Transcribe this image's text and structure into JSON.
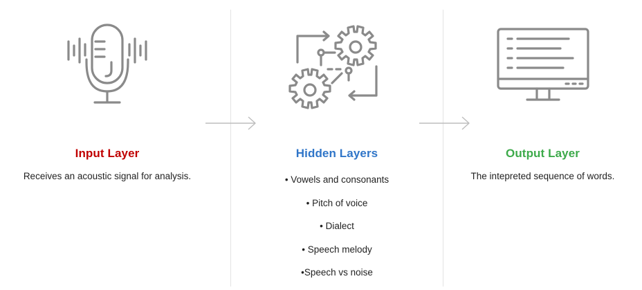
{
  "layers": [
    {
      "title": "Input Layer",
      "title_color": "#c00000",
      "icon": "microphone-icon",
      "description": "Receives an acoustic signal for analysis."
    },
    {
      "title": "Hidden Layers",
      "title_color": "#2f75c8",
      "icon": "gears-process-icon",
      "items": [
        "• Vowels and consonants",
        "• Pitch of voice",
        "• Dialect",
        "• Speech melody",
        "•Speech vs noise"
      ]
    },
    {
      "title": "Output Layer",
      "title_color": "#3daa4a",
      "icon": "monitor-icon",
      "description": "The intepreted sequence of words."
    }
  ],
  "colors": {
    "icon_stroke": "#8a8a8a",
    "arrow": "#bdbdbd",
    "divider": "#e3e3e3"
  }
}
